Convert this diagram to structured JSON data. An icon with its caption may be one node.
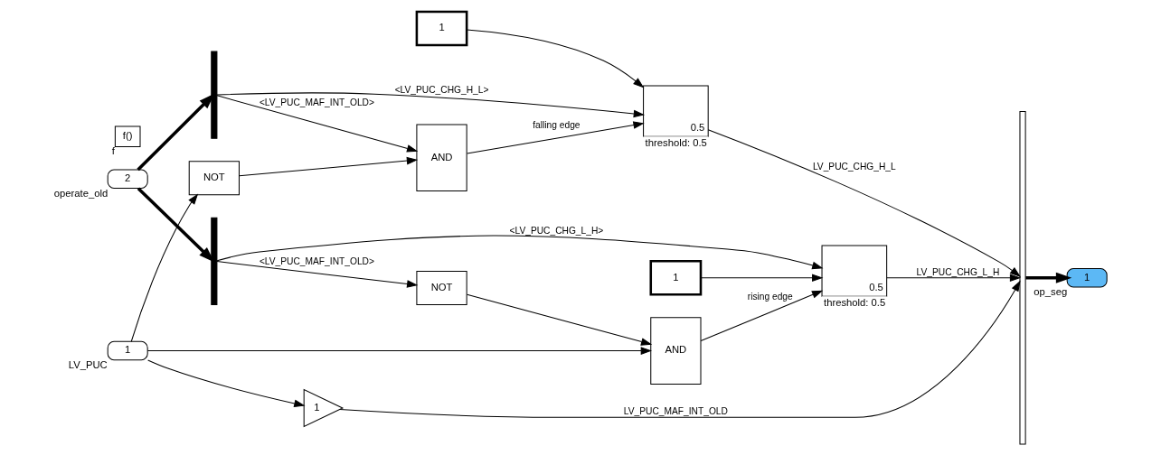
{
  "diagram": {
    "nodes": [
      {
        "text": [
          "1"
        ],
        "beside": [
          "LV_PUC"
        ]
      },
      {
        "text": [
          "2"
        ],
        "beside": [
          "operate_old"
        ]
      },
      {
        "text": [
          "f()"
        ],
        "beside": [
          "f"
        ]
      },
      {
        "text": [],
        "shape": "bar"
      },
      {
        "text": [],
        "shape": "bar"
      },
      {
        "text": [
          "NOT"
        ]
      },
      {
        "text": [
          "AND"
        ]
      },
      {
        "text": [
          "1"
        ]
      },
      {
        "text": [
          "0.5"
        ],
        "beside": [
          "threshold: 0.5"
        ]
      },
      {
        "text": [
          "NOT"
        ]
      },
      {
        "text": [
          "AND"
        ]
      },
      {
        "text": [
          "1"
        ]
      },
      {
        "text": [
          "0.5"
        ],
        "beside": [
          "threshold: 0.5"
        ]
      },
      {
        "text": [
          "1"
        ]
      },
      {
        "text": [],
        "shape": "bar"
      },
      {
        "text": [
          "1"
        ],
        "beside": [
          "op_seg"
        ]
      }
    ],
    "edges": [
      {
        "from": 0,
        "to": 6,
        "arrow": "to"
      },
      {
        "from": 0,
        "to": 9,
        "arrow": "to"
      },
      {
        "from": 0,
        "to": 13,
        "arrow": "to"
      },
      {
        "from": 1,
        "to": 3,
        "arrow": "to",
        "style": "thick"
      },
      {
        "from": 1,
        "to": 4,
        "arrow": "to",
        "style": "thick"
      },
      {
        "from": 3,
        "to": 5,
        "arrow": "to",
        "label": "<LV_PUC_MAF_INT_OLD>"
      },
      {
        "from": 5,
        "to": 6,
        "arrow": "to"
      },
      {
        "from": 7,
        "to": 8,
        "arrow": "to"
      },
      {
        "from": 6,
        "to": 8,
        "arrow": "to",
        "label": "rising edge"
      },
      {
        "from": 3,
        "to": 8,
        "arrow": "to",
        "label": "<LV_PUC_CHG_L_H>"
      },
      {
        "from": 8,
        "to": 14,
        "arrow": "to",
        "label": "LV_PUC_CHG_L_H"
      },
      {
        "from": 9,
        "to": 10,
        "arrow": "to"
      },
      {
        "from": 4,
        "to": 10,
        "arrow": "to",
        "label": "<LV_PUC_MAF_INT_OLD>"
      },
      {
        "from": 11,
        "to": 12,
        "arrow": "to"
      },
      {
        "from": 10,
        "to": 12,
        "arrow": "to",
        "label": "falling edge"
      },
      {
        "from": 4,
        "to": 12,
        "arrow": "to",
        "label": "<LV_PUC_CHG_H_L>"
      },
      {
        "from": 12,
        "to": 14,
        "arrow": "to",
        "label": "LV_PUC_CHG_H_L"
      },
      {
        "from": 13,
        "to": 14,
        "arrow": "to",
        "label": "LV_PUC_MAF_INT_OLD"
      },
      {
        "from": 14,
        "to": 15,
        "arrow": "to",
        "style": "thick"
      }
    ]
  }
}
